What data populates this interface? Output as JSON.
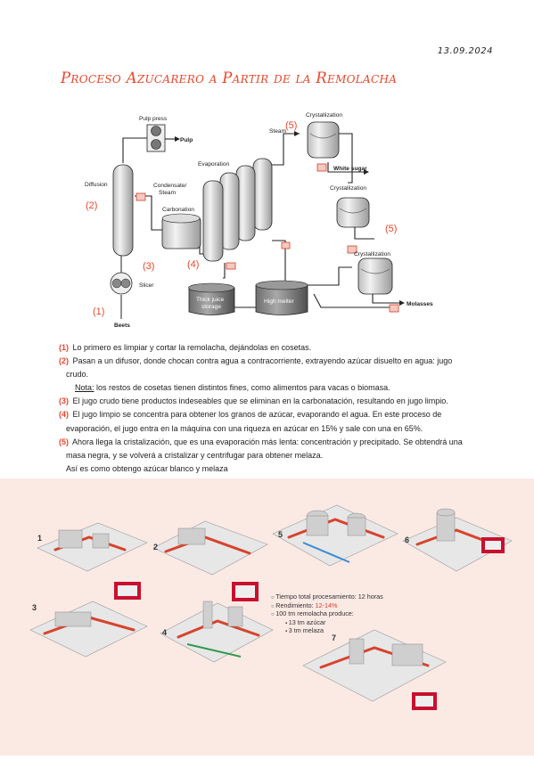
{
  "date": "13.09.2024",
  "title": "Proceso Azucarero a Partir de la Remolacha",
  "diagram": {
    "labels": {
      "pulp_press": "Pulp press",
      "pulp": "Pulp",
      "diffusion": "Diffusion",
      "evaporation": "Evaporation",
      "condensate_steam": "Condensate/\nSteam",
      "carbonation": "Carbonation",
      "steam": "Steam",
      "crystallization": "Crystallization",
      "white_sugar": "White sugar",
      "slicer": "Slicer",
      "beets": "Beets",
      "thick_juice_storage": "Thick juice\nstorage",
      "high_melter": "High melter",
      "molasses": "Molasses"
    },
    "annotations": {
      "a1": "(1)",
      "a2": "(2)",
      "a3": "(3)",
      "a4": "(4)",
      "a5a": "(5)",
      "a5b": "(5)"
    }
  },
  "notes": {
    "n1_num": "(1)",
    "n1_text": "Lo primero es limpiar y cortar la remolacha, dejándolas en cosetas.",
    "n2_num": "(2)",
    "n2_text": "Pasan a un difusor, donde chocan contra agua a contracorriente, extrayendo azúcar disuelto en agua: jugo",
    "n2_cont": "crudo.",
    "note_label": "Nota:",
    "note_text": " los restos de cosetas tienen distintos fines, como alimentos para vacas o biomasa.",
    "n3_num": "(3)",
    "n3_text": "El jugo crudo tiene productos indeseables que se eliminan en la carbonatación, resultando en jugo limpio.",
    "n4_num": "(4)",
    "n4_text": "El jugo limpio se concentra para obtener los granos de azúcar, evaporando el agua. En este proceso de",
    "n4_cont": "evaporación, el jugo entra en la máquina con una riqueza en azúcar en 15% y sale con una en 65%.",
    "n5_num": "(5)",
    "n5_text": "Ahora llega la cristalización, que es una evaporación más lenta: concentración y precipitado. Se obtendrá una",
    "n5_cont": "masa negra, y se volverá a cristalizar y centrifugar para obtener melaza.",
    "closing": "Así es como obtengo azúcar blanco y melaza"
  },
  "bottom": {
    "stats": {
      "total_time": "Tiempo total procesamiento: 12 horas",
      "yield_label": "Rendimiento: ",
      "yield_value": "12-14%",
      "produces": "100 tm remolacha produce:",
      "sugar": "13 tm azúcar",
      "molasses": "3 tm melaza"
    },
    "panels": {
      "p1": "1",
      "p2": "2",
      "p3": "3",
      "p4": "4",
      "p5": "5",
      "p6": "6",
      "p7": "7"
    }
  }
}
